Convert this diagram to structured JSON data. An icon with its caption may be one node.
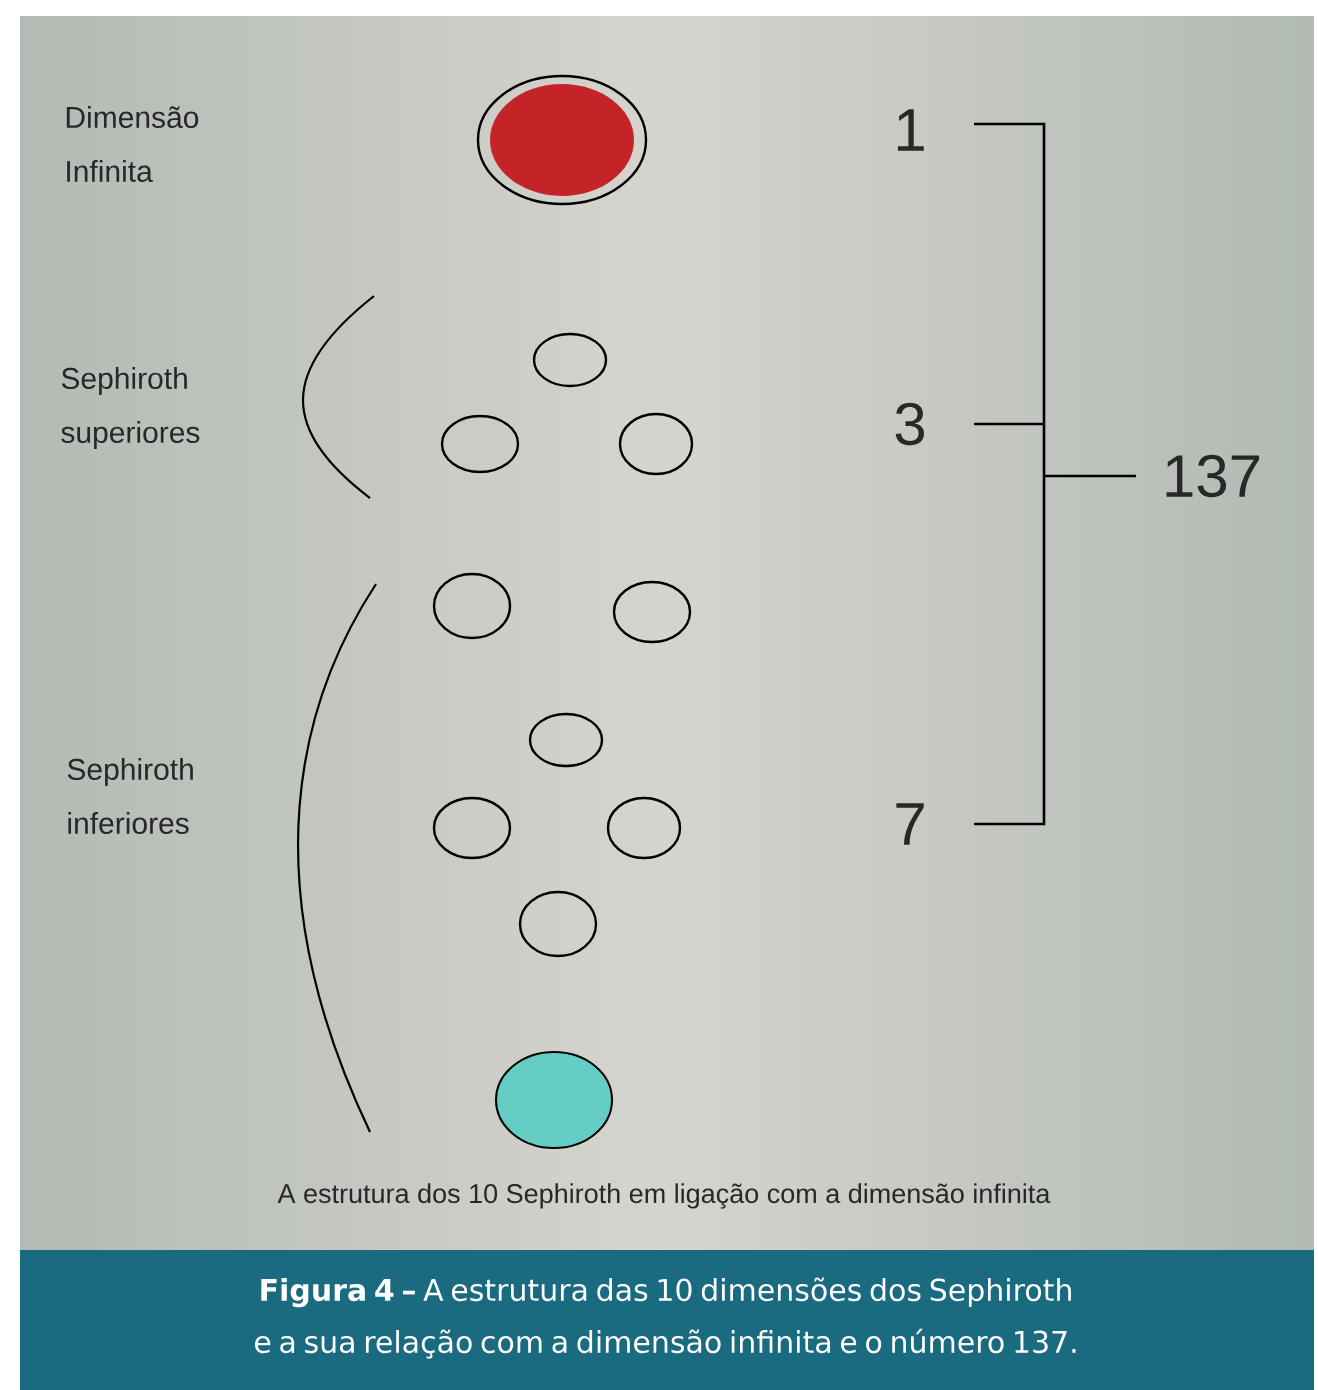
{
  "diagram": {
    "caption": "**Figura 4 –** A estrutura das 10 dimensões dos Sephiroth e a sua relação com a dimensão infinita e o número 137.",
    "labels": [
      "Dimensão Infinita",
      "1",
      "Sephiroth superiores",
      "3",
      "137",
      "Sephiroth inferiores",
      "7",
      "A estrutura dos 10 Sephiroth em ligação com a dimensão infinita"
    ]
  }
}
